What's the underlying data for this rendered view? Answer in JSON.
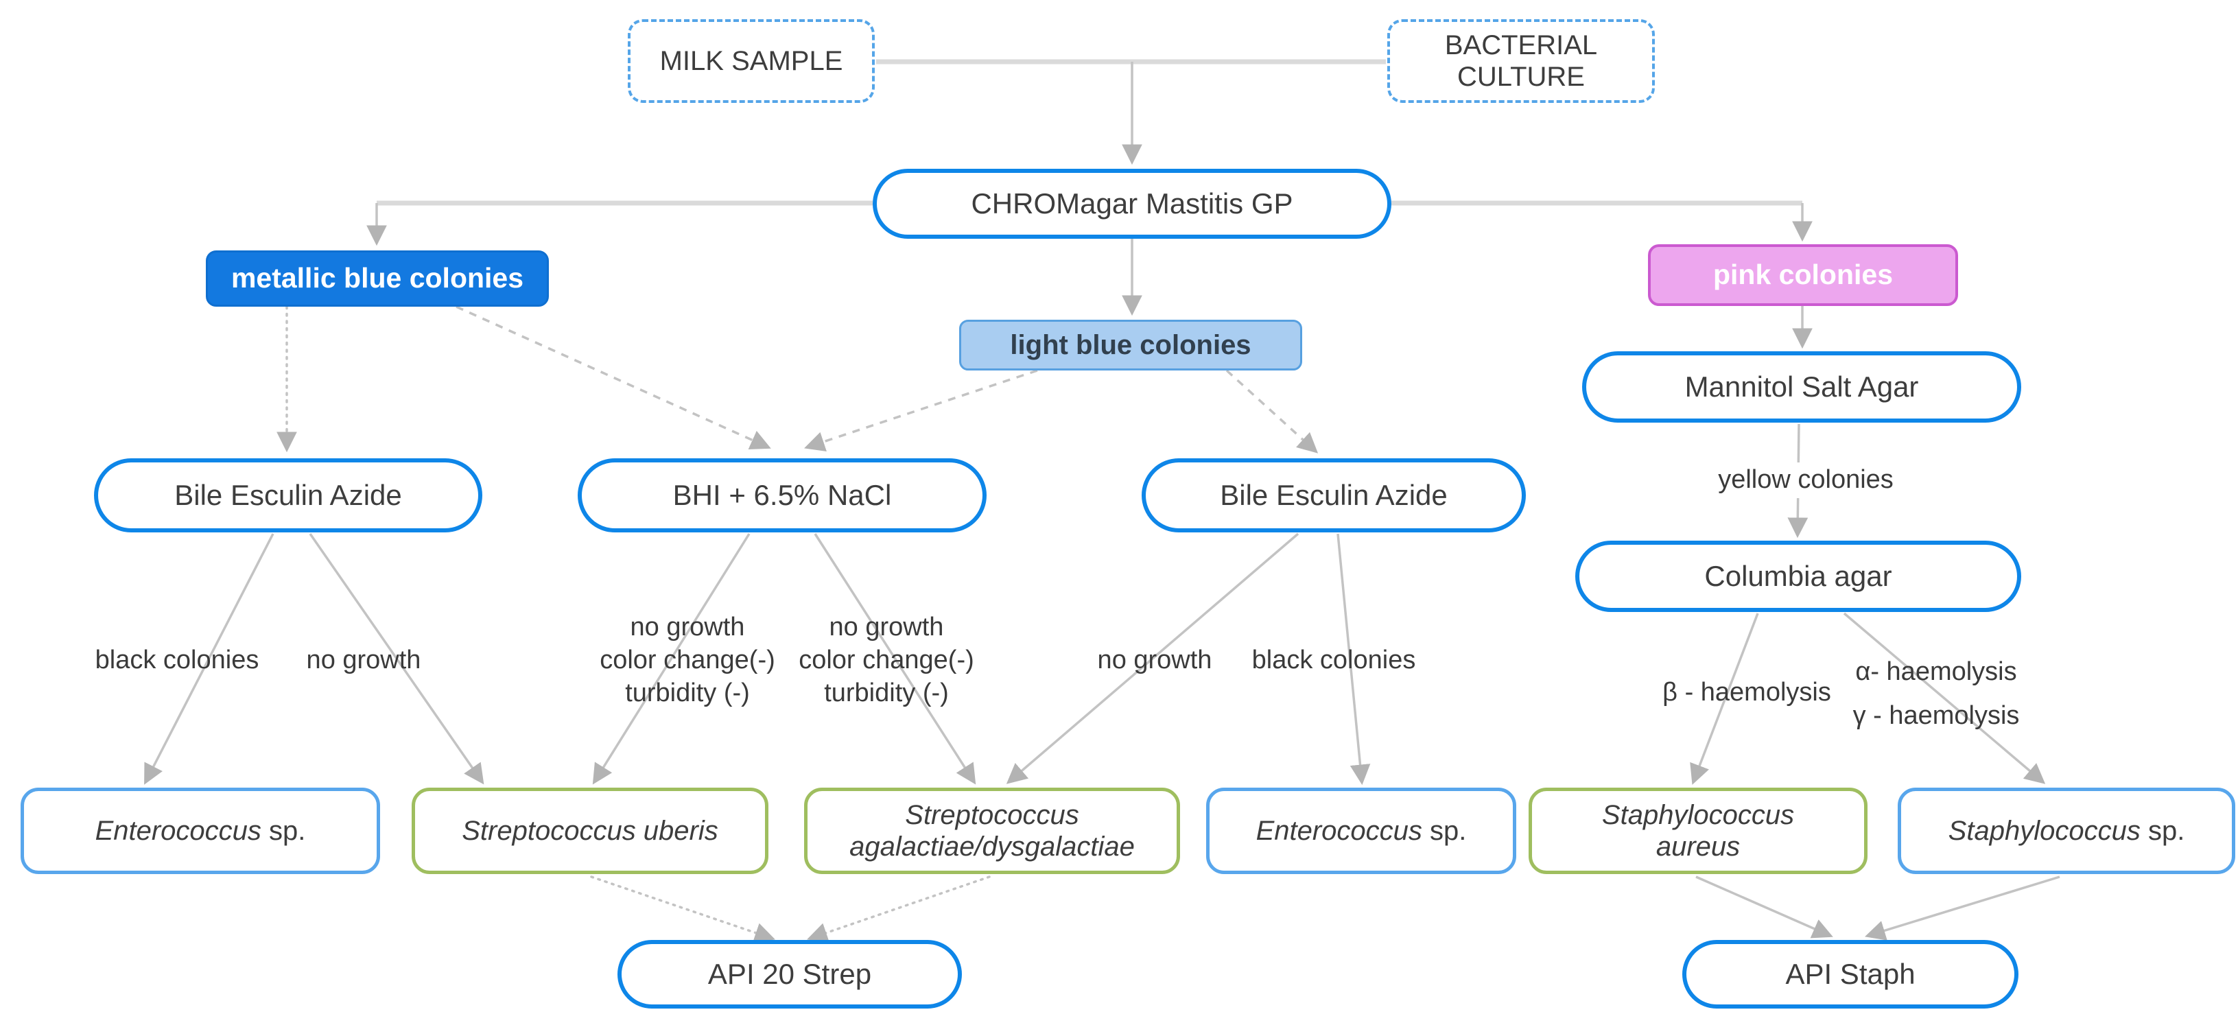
{
  "diagram_title": "Milk sample bacterial culture identification flowchart",
  "colors": {
    "process_border_blue": "#0e86e8",
    "metallic_blue_fill": "#1379e0",
    "light_blue_fill": "#a9cdf1",
    "pink_fill": "#eda6ee",
    "pink_border": "#cb5ad0",
    "result_border_blue": "#58a6ec",
    "result_border_green": "#9fbe5f",
    "edge_gray": "#c3c3c3"
  },
  "nodes": {
    "milk_sample": {
      "label": "MILK SAMPLE"
    },
    "bacterial_culture": {
      "lines": [
        "BACTERIAL",
        "CULTURE"
      ]
    },
    "chromagar": {
      "label": "CHROMagar Mastitis GP"
    },
    "metallic_blue": {
      "label": "metallic blue colonies"
    },
    "light_blue": {
      "label": "light blue colonies"
    },
    "pink": {
      "label": "pink colonies"
    },
    "bile_esculin_left": {
      "label": "Bile Esculin Azide"
    },
    "bhi": {
      "label": "BHI + 6.5% NaCl"
    },
    "bile_esculin_right": {
      "label": "Bile Esculin Azide"
    },
    "mannitol": {
      "label": "Mannitol Salt Agar"
    },
    "columbia": {
      "label": "Columbia agar"
    },
    "enterococcus_left": {
      "italic": "Enterococcus",
      "rest": " sp."
    },
    "strep_uberis": {
      "italic": "Streptococcus uberis",
      "rest": ""
    },
    "strep_agalactiae": {
      "lines": [
        "Streptococcus",
        "agalactiae/dysgalactiae"
      ]
    },
    "enterococcus_right": {
      "italic": "Enterococcus",
      "rest": " sp."
    },
    "staph_aureus": {
      "lines": [
        "Staphylococcus",
        "aureus"
      ]
    },
    "staph_sp": {
      "italic": "Staphylococcus",
      "rest": " sp."
    },
    "api_20_strep": {
      "label": "API 20 Strep"
    },
    "api_staph": {
      "label": "API Staph"
    }
  },
  "edge_labels": {
    "yellow_colonies": "yellow colonies",
    "black_colonies_left": "black colonies",
    "no_growth_left": "no growth",
    "bhi_result_left": [
      "no growth",
      "color change(-)",
      "turbidity (-)"
    ],
    "bhi_result_right": [
      "no growth",
      "color change(-)",
      "turbidity (-)"
    ],
    "no_growth_right": "no growth",
    "black_colonies_right": "black colonies",
    "beta_haemolysis": "β - haemolysis",
    "alpha_haemolysis": "α- haemolysis",
    "gamma_haemolysis": "γ - haemolysis"
  }
}
